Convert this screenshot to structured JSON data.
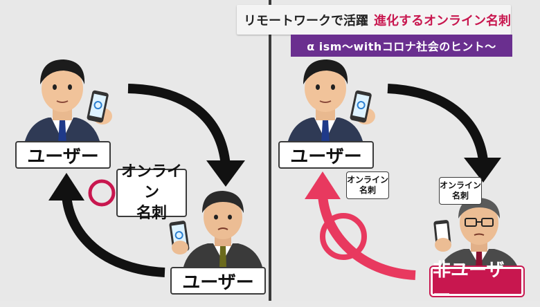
{
  "banner": {
    "title_black": "リモートワークで活躍",
    "title_pink": "進化するオンライン名刺",
    "subtitle": "α ism～withコロナ社会のヒント～"
  },
  "left_panel": {
    "user_top": "ユーザー",
    "user_bottom": "ユーザー",
    "card_label_line1": "オンライン",
    "card_label_line2": "名刺"
  },
  "right_panel": {
    "user_top": "ユーザー",
    "non_user": "非ユーザー",
    "card_label_a_line1": "オンライン",
    "card_label_a_line2": "名刺",
    "card_label_b_line1": "オンライン",
    "card_label_b_line2": "名刺"
  },
  "colors": {
    "accent_pink": "#c8174f",
    "banner_purple": "#6a2f8f",
    "arrow_black": "#111111",
    "background": "#e8e8e8"
  }
}
